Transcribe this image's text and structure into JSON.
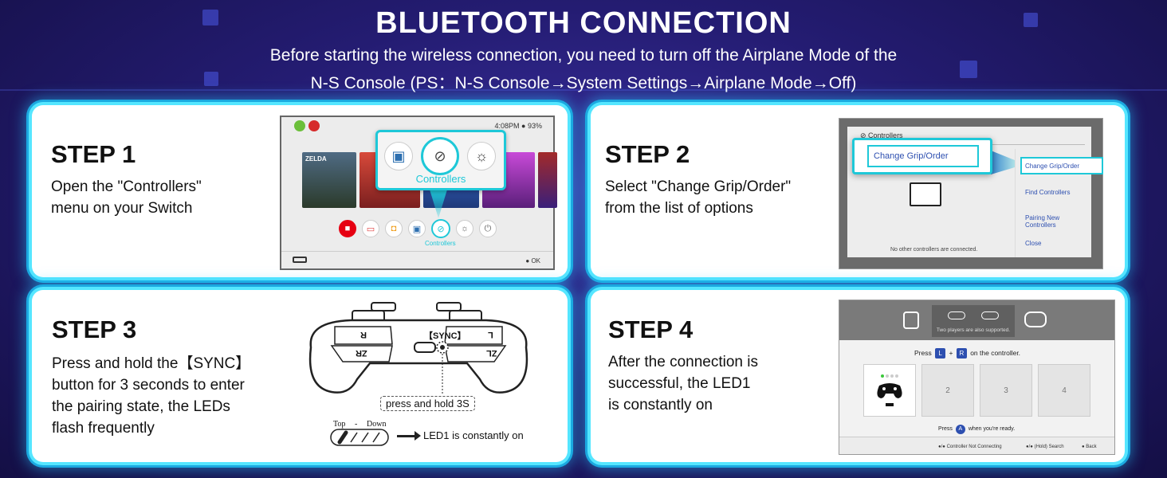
{
  "header": {
    "title": "BLUETOOTH CONNECTION",
    "subtitle_line1": "Before starting the wireless connection, you need to turn off the Airplane Mode of  the",
    "subtitle_line2": "N-S Console (PS：N-S Console→System Settings→Airplane Mode→Off)"
  },
  "steps": [
    {
      "title": "STEP 1",
      "desc_line1": "Open the \"Controllers\"",
      "desc_line2": "menu on your Switch",
      "screen": {
        "status": "4:08PM  ● 93%",
        "popup_label": "Controllers",
        "dock_label": "Controllers",
        "ok_label": "OK",
        "game_tiles": [
          "ZELDA",
          "",
          "",
          "",
          ""
        ]
      }
    },
    {
      "title": "STEP 2",
      "desc_line1": "Select \"Change Grip/Order\"",
      "desc_line2": "from the list of options",
      "screen": {
        "header": "Controllers",
        "zoom_label": "Change Grip/Order",
        "menu": [
          "Change Grip/Order",
          "Find Controllers",
          "Pairing New Controllers",
          "Close"
        ],
        "no_controllers": "No other controllers are connected."
      }
    },
    {
      "title": "STEP 3",
      "desc_line1": "Press and hold the【SYNC】",
      "desc_line2": "button for 3 seconds to enter",
      "desc_line3": "the pairing state, the LEDs",
      "desc_line4": "flash frequently",
      "diagram": {
        "sync_label": "【SYNC】",
        "r_label": "R",
        "l_label": "L",
        "zr_label": "ZR",
        "zl_label": "ZL",
        "press_label": "press and hold 3S",
        "led_top": "Top",
        "led_dash": "-",
        "led_down": "Down",
        "led1_label": "LED1 is constantly on"
      }
    },
    {
      "title": "STEP 4",
      "desc_line1": "After the connection is",
      "desc_line2": "successful, the LED1",
      "desc_line3": "is constantly on",
      "screen": {
        "tip": "Two players are also supported.",
        "press_pre": "Press",
        "key_l": "L",
        "plus": "+",
        "key_r": "R",
        "press_post": "on the controller.",
        "slots": [
          "",
          "2",
          "3",
          "4"
        ],
        "ready_pre": "Press",
        "ready_key": "A",
        "ready_post": "when you're ready.",
        "hint_not_connecting": "Controller Not Connecting",
        "hint_search": "(Hold) Search",
        "hint_back": "Back"
      }
    }
  ],
  "colors": {
    "accent_cyan": "#1ec8d8",
    "switch_blue": "#2d4fb0",
    "card_glow": "#55e6ff",
    "background": "#241c72"
  }
}
